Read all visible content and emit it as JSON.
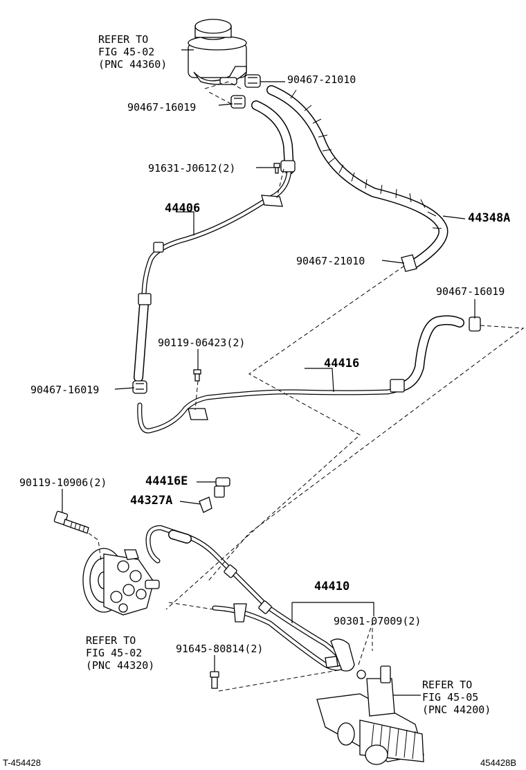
{
  "labels": {
    "refer_reservoir": [
      "REFER TO",
      "FIG 45-02",
      "(PNC 44360)"
    ],
    "clamp_top_right": "90467-21010",
    "clamp_top_left": "90467-16019",
    "bolt_91631": "91631-J0612(2)",
    "hose_44406": "44406",
    "hose_44348a": "44348A",
    "clamp_mid_right": "90467-21010",
    "clamp_far_right": "90467-16019",
    "bolt_90119_06423": "90119-06423(2)",
    "pipe_44416": "44416",
    "clamp_left_mid": "90467-16019",
    "bolt_90119_10906": "90119-10906(2)",
    "part_44416e": "44416E",
    "part_44327a": "44327A",
    "pipe_44410": "44410",
    "gasket_90301": "90301-07009(2)",
    "refer_pump": [
      "REFER TO",
      "FIG 45-02",
      "(PNC 44320)"
    ],
    "bolt_91645": "91645-80814(2)",
    "refer_gear": [
      "REFER TO",
      "FIG 45-05",
      "(PNC 44200)"
    ]
  },
  "footer": {
    "left_code": "T-454428",
    "right_code": "454428B"
  }
}
